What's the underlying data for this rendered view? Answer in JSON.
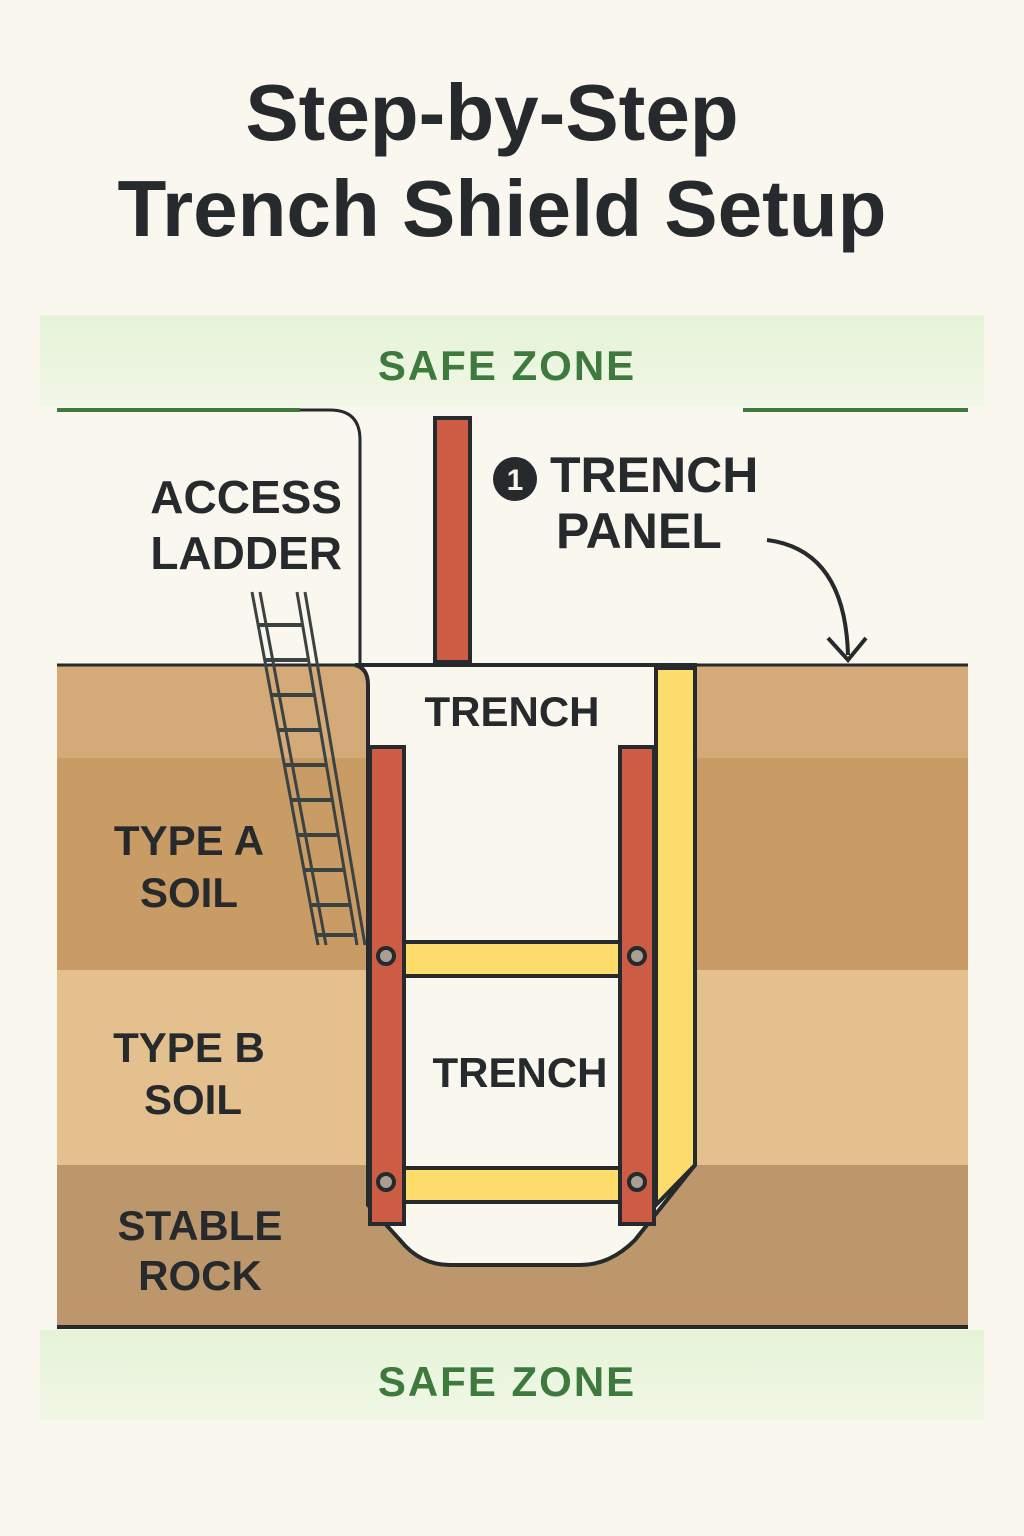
{
  "title_line1": "Step-by-Step",
  "title_line2": "Trench Shield Setup",
  "safe_zone_top": "SAFE ZONE",
  "safe_zone_bottom": "SAFE ZONE",
  "labels": {
    "access_ladder_1": "ACCESS",
    "access_ladder_2": "LADDER",
    "step_number": "1",
    "trench_panel_1": "TRENCH",
    "trench_panel_2": "PANEL",
    "trench_upper": "TRENCH",
    "trench_lower": "TRENCH",
    "type_a_1": "TYPE A",
    "type_a_2": "SOIL",
    "type_b_1": "TYPE B",
    "type_b_2": "SOIL",
    "rock_1": "STABLE",
    "rock_2": "ROCK"
  },
  "colors": {
    "background": "#faf7ef",
    "safe_zone": "#3e7a3e",
    "panel_red": "#cd5c45",
    "spreader_yellow": "#fcdc6a",
    "topsoil": "#d4aa78",
    "type_a": "#c99b65",
    "type_b": "#e4c08e",
    "rock": "#bb976b",
    "outline": "#262a2c"
  }
}
